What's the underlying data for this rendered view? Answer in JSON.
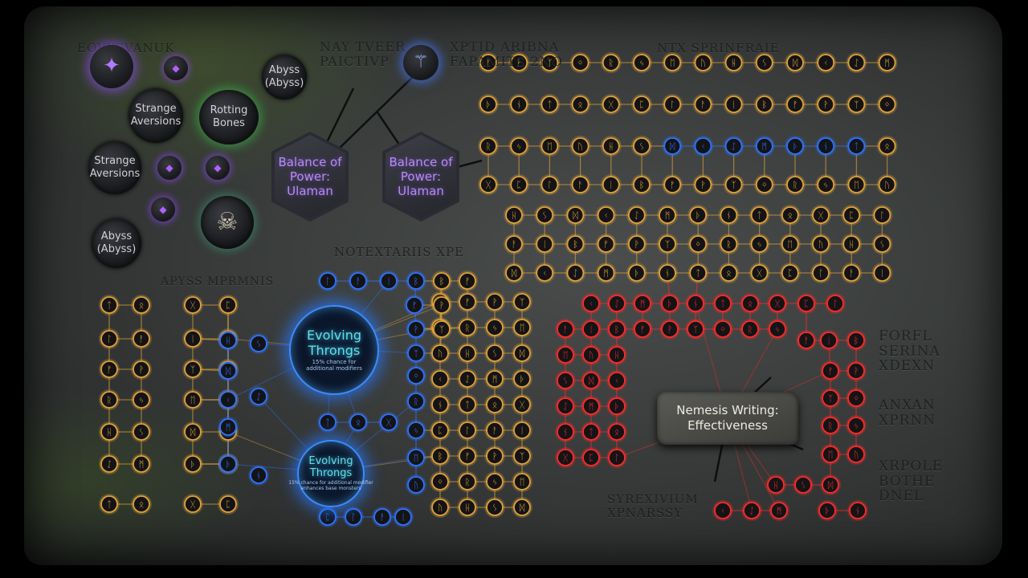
{
  "colors": {
    "gold": "#e0a23a",
    "blue": "#2f74ff",
    "red": "#ff2a2a",
    "purple": "#9b5cff",
    "cyan": "#5fe0e8"
  },
  "engravings": {
    "top_left": "EOVYSVANUK",
    "top_mid": "NAY TVEER\nPAICTIVP",
    "top_right": "XPTID ARIBNA\nFAPAMITS 2NO",
    "top_far": "NTX SPRINFRAIE",
    "mid": "NOTEXTARIIS XPE",
    "left": "APYSS MPRMNIS",
    "right_1": "FORFL\nSERINA\nXDEXN",
    "right_2": "ANXAN\nXPRNN",
    "right_3": "XRPOLE\nBOTHE\nDNEL",
    "bottom": "SYREXIVIUM\nXPNARSSY"
  },
  "nodes": {
    "abyss_top": "Abyss\n(Abyss)",
    "abyss_bottom": "Abyss\n(Abyss)",
    "strange_aversions_1": "Strange\nAversions",
    "strange_aversions_2": "Strange\nAversions",
    "rotting_bones": "Rotting\nBones",
    "balance_1": "Balance of\nPower:\nUlaman",
    "balance_2": "Balance of\nPower:\nUlaman",
    "evolving_1": {
      "title": "Evolving\nThrongs",
      "sub": "15% chance for\nadditional modifiers"
    },
    "evolving_2": {
      "title": "Evolving\nThrongs",
      "sub": "15% chance for additional modifier\nenhances base monsters"
    },
    "nemesis": "Nemesis Writing:\nEffectiveness"
  },
  "rune_glyphs": [
    "ᚠ",
    "ᚢ",
    "ᚦ",
    "ᚨ",
    "ᚱ",
    "ᚲ",
    "ᚷ",
    "ᚹ",
    "ᚺ",
    "ᚾ",
    "ᛁ",
    "ᛃ",
    "ᛇ",
    "ᛈ",
    "ᛉ",
    "ᛊ",
    "ᛏ",
    "ᛒ",
    "ᛖ",
    "ᛗ",
    "ᛚ",
    "ᛜ",
    "ᛞ",
    "ᛟ"
  ]
}
